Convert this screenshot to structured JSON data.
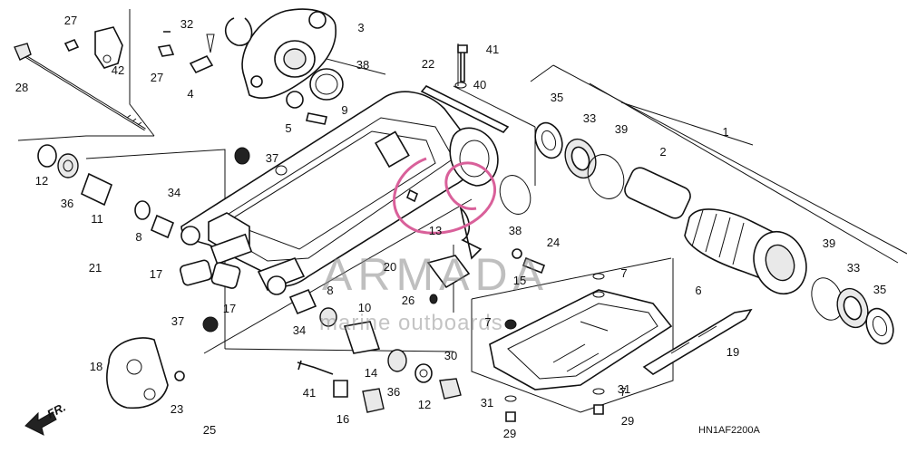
{
  "diagram": {
    "code": "HN1AF2200A",
    "direction": "FR.",
    "watermark": {
      "brand": "ARMADA",
      "tagline": "marine outboards",
      "accent": "#d9609a"
    },
    "callouts": [
      "1",
      "2",
      "3",
      "4",
      "5",
      "6",
      "7",
      "7",
      "7",
      "8",
      "8",
      "9",
      "10",
      "11",
      "12",
      "12",
      "13",
      "14",
      "15",
      "16",
      "17",
      "17",
      "18",
      "19",
      "20",
      "21",
      "22",
      "23",
      "24",
      "25",
      "26",
      "27",
      "27",
      "28",
      "29",
      "29",
      "30",
      "31",
      "31",
      "32",
      "33",
      "33",
      "34",
      "34",
      "35",
      "35",
      "36",
      "36",
      "37",
      "37",
      "38",
      "38",
      "39",
      "39",
      "40",
      "41",
      "41",
      "42"
    ]
  }
}
